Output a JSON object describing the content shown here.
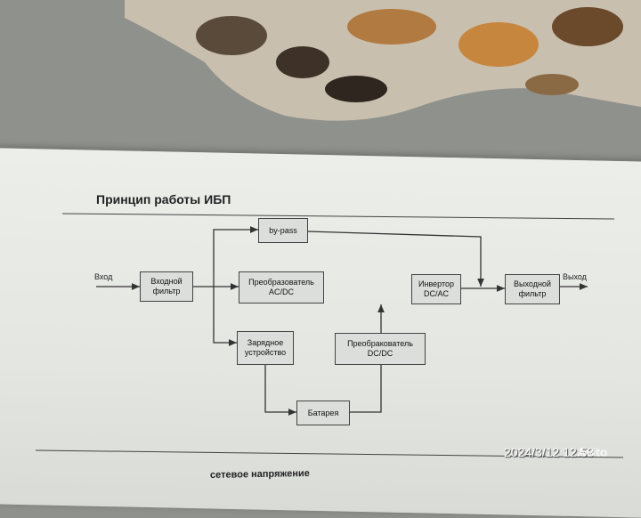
{
  "document": {
    "title": "Принцип работы ИБП"
  },
  "diagram": {
    "input_label": "Вход",
    "output_label": "Выход",
    "blocks": {
      "input_filter": "Входной\nфильтр",
      "bypass": "by-pass",
      "rectifier": "Преобразователь\nAC/DC",
      "charger": "Зарядное\nустройство",
      "battery": "Батарея",
      "dcdc": "Преобракователь\nDC/DC",
      "inverter": "Инвертор\nDC/AC",
      "output_filter": "Выходной\nфильтр"
    }
  },
  "bottom_heading": "сетевое напряжение",
  "overlay": {
    "timestamp": "2024/3/12 12:58",
    "watermark": "Avito"
  },
  "colors": {
    "lines": "#333333",
    "block_fill": "#dcdedb",
    "paper": "#e6e8e4"
  }
}
